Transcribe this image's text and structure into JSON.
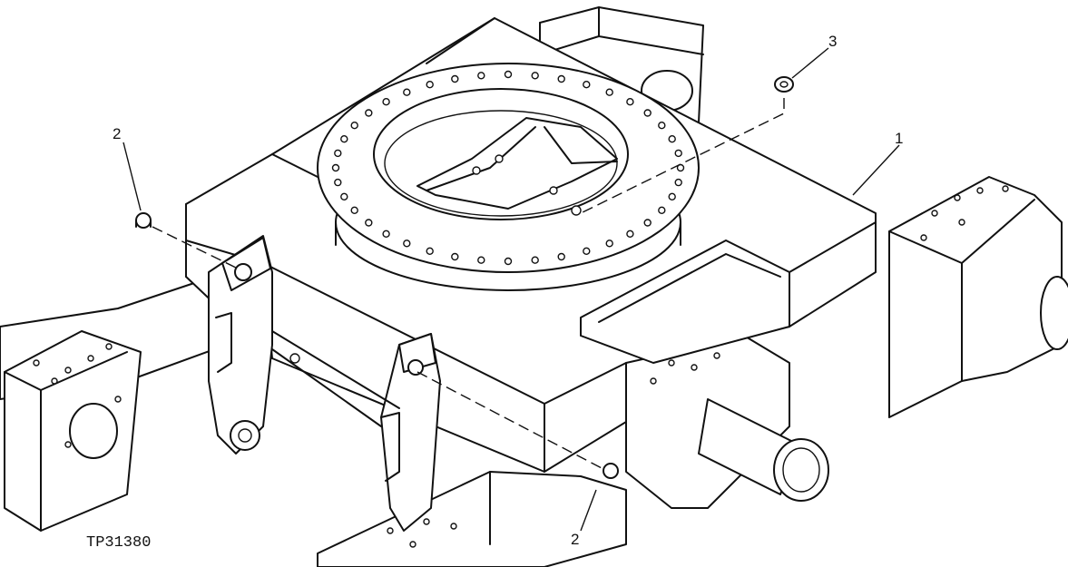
{
  "figure_id": "TP31380",
  "callouts": {
    "main_frame": "1",
    "pin_left": "2",
    "pin_right": "2",
    "nut": "3"
  }
}
